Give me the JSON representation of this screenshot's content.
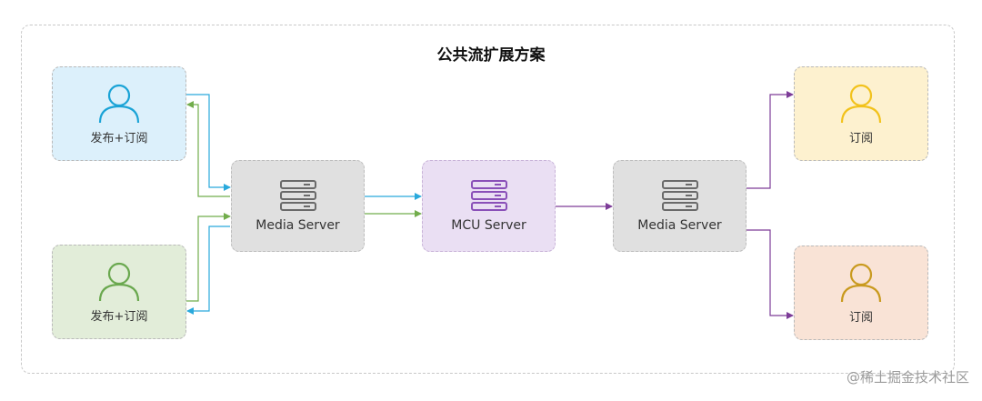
{
  "title": "公共流扩展方案",
  "nodes": {
    "publisher_1": {
      "label": "发布+订阅",
      "fill": "#dcf0fb",
      "stroke": "#1aa3d6"
    },
    "publisher_2": {
      "label": "发布+订阅",
      "fill": "#e2edd9",
      "stroke": "#6aa84f"
    },
    "media_server_left": {
      "label": "Media Server"
    },
    "mcu_server": {
      "label": "MCU Server"
    },
    "media_server_right": {
      "label": "Media Server"
    },
    "subscriber_1": {
      "label": "订阅",
      "fill": "#fdf1cf",
      "stroke": "#f2c21b"
    },
    "subscriber_2": {
      "label": "订阅",
      "fill": "#f9e3d6",
      "stroke": "#c99a1e"
    }
  },
  "colors": {
    "blue_link": "#29a9dc",
    "green_link": "#72ad4c",
    "purple_link": "#7d3c98",
    "server_icon": "#6a6a6a",
    "mcu_icon": "#8a50b8"
  },
  "watermark": "@稀土掘金技术社区"
}
